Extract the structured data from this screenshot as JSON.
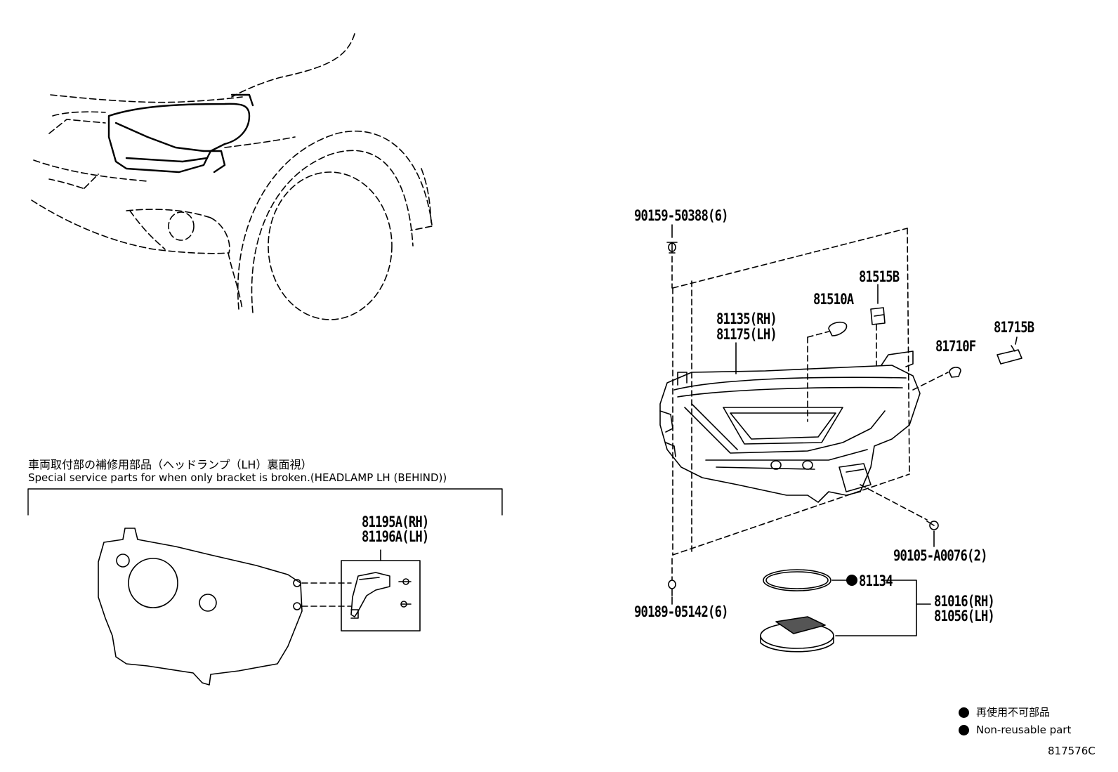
{
  "labels": {
    "bolt_top": "90159-50388(6)",
    "bolt_bottom": "90189-05142(6)",
    "screw_right": "90105-A0076(2)",
    "headlamp_rh": "81135(RH)",
    "headlamp_lh": "81175(LH)",
    "bulb_a": "81510A",
    "socket_b": "81515B",
    "bulb_f": "81710F",
    "socket_715b": "81715B",
    "gasket": "81134",
    "computer_rh": "81016(RH)",
    "computer_lh": "81056(LH)",
    "bracket_rh": "81195A(RH)",
    "bracket_lh": "81196A(LH)"
  },
  "service_note": {
    "jp": "車両取付部の補修用部品（ヘッドランプ（LH）裏面視）",
    "en": "Special service parts for when only bracket is broken.(HEADLAMP LH (BEHIND))"
  },
  "legend": {
    "jp": "再使用不可部品",
    "en": "Non-reusable part"
  },
  "figure_ref": "817576C"
}
